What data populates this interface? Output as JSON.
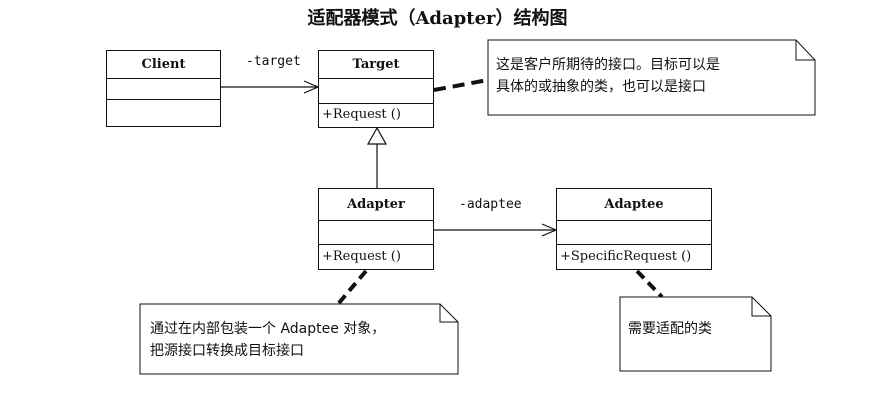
{
  "title": "适配器模式（Adapter）结构图",
  "classes": {
    "client": {
      "name": "Client"
    },
    "target": {
      "name": "Target",
      "operation": "+Request ()"
    },
    "adapter": {
      "name": "Adapter",
      "operation": "+Request ()"
    },
    "adaptee": {
      "name": "Adaptee",
      "operation": "+SpecificRequest ()"
    }
  },
  "associations": {
    "target": "-target",
    "adaptee": "-adaptee"
  },
  "notes": {
    "target": {
      "line1": "这是客户所期待的接口。目标可以是",
      "line2": "具体的或抽象的类，也可以是接口"
    },
    "adapter": {
      "line1": "通过在内部包装一个 Adaptee 对象，",
      "line2": "把源接口转换成目标接口"
    },
    "adaptee": {
      "line1": "需要适配的类"
    }
  }
}
